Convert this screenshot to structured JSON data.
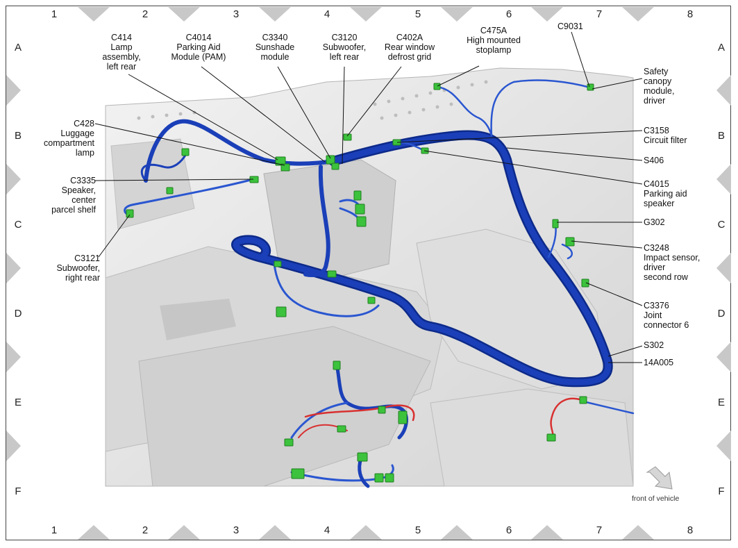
{
  "grid": {
    "columns": [
      "1",
      "2",
      "3",
      "4",
      "5",
      "6",
      "7",
      "8"
    ],
    "rows": [
      "A",
      "B",
      "C",
      "D",
      "E",
      "F"
    ]
  },
  "callouts": {
    "c414": [
      "C414",
      "Lamp",
      "assembly,",
      "left rear"
    ],
    "c4014": [
      "C4014",
      "Parking Aid",
      "Module (PAM)"
    ],
    "c3340": [
      "C3340",
      "Sunshade",
      "module"
    ],
    "c3120": [
      "C3120",
      "Subwoofer,",
      "left rear"
    ],
    "c402a": [
      "C402A",
      "Rear window",
      "defrost grid"
    ],
    "c475a": [
      "C475A",
      "High mounted",
      "stoplamp"
    ],
    "c9031": [
      "C9031"
    ],
    "safety": [
      "Safety",
      "canopy",
      "module,",
      "driver"
    ],
    "c428": [
      "C428",
      "Luggage",
      "compartment",
      "lamp"
    ],
    "c3335": [
      "C3335",
      "Speaker,",
      "center",
      "parcel shelf"
    ],
    "c3121": [
      "C3121",
      "Subwoofer,",
      "right rear"
    ],
    "c3158": [
      "C3158",
      "Circuit filter"
    ],
    "s406": [
      "S406"
    ],
    "c4015": [
      "C4015",
      "Parking aid",
      "speaker"
    ],
    "g302": [
      "G302"
    ],
    "c3248": [
      "C3248",
      "Impact sensor,",
      "driver",
      "second row"
    ],
    "c3376": [
      "C3376",
      "Joint",
      "connector 6"
    ],
    "s302": [
      "S302"
    ],
    "w14a005": [
      "14A005"
    ]
  },
  "direction_label": "front of vehicle",
  "colors": {
    "harness": "#1a3fb8",
    "harness_dark": "#0d2a8a",
    "connector": "#3cc23c",
    "red_wire": "#d83030",
    "body": "#e6e6e6",
    "marker": "#c8c8c8"
  }
}
